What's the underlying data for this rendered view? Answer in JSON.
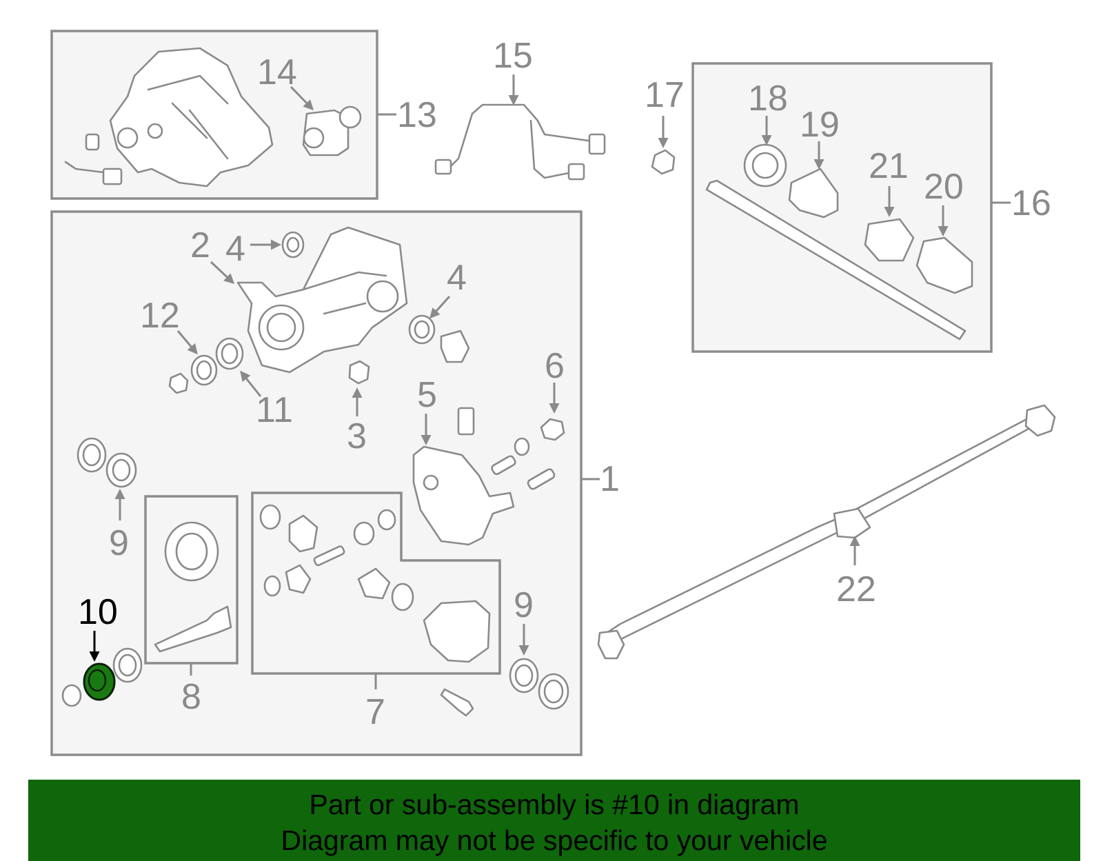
{
  "diagram": {
    "callouts": {
      "c1": "1",
      "c2": "2",
      "c3": "3",
      "c4a": "4",
      "c4b": "4",
      "c5": "5",
      "c6": "6",
      "c7": "7",
      "c8": "8",
      "c9a": "9",
      "c9b": "9",
      "c10": "10",
      "c11": "11",
      "c12": "12",
      "c13": "13",
      "c14": "14",
      "c15": "15",
      "c16": "16",
      "c17": "17",
      "c18": "18",
      "c19": "19",
      "c20": "20",
      "c21": "21",
      "c22": "22"
    },
    "highlighted_part": "10",
    "highlight_color": "#1a7a12"
  },
  "banner": {
    "line1": "Part or sub-assembly is #10 in diagram",
    "line2": "Diagram may not be specific to your vehicle",
    "background": "#0f660b"
  }
}
